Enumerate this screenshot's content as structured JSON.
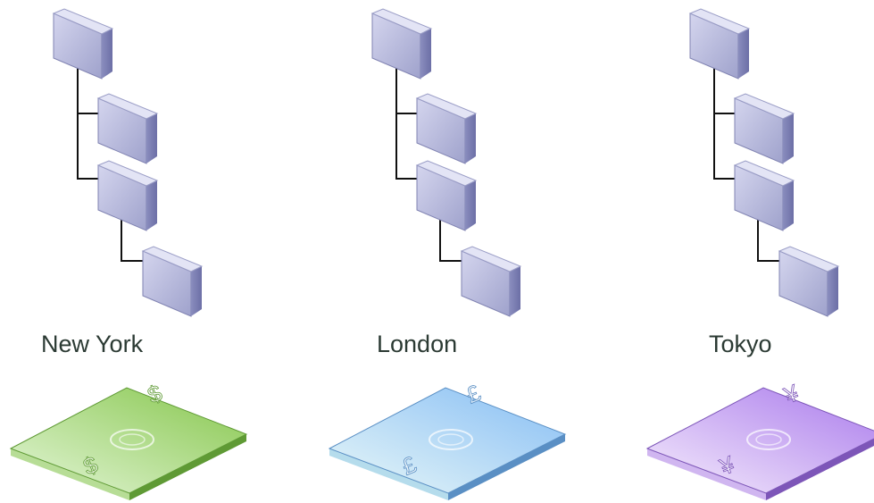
{
  "panels": [
    {
      "city": "New York",
      "currency_symbol": "$",
      "note_colors": {
        "light": "#e4f6d8",
        "dark": "#86c64c",
        "edge": "#5f9a35",
        "side": "#b7dd96"
      }
    },
    {
      "city": "London",
      "currency_symbol": "£",
      "note_colors": {
        "light": "#e9f8f8",
        "dark": "#86bdf4",
        "edge": "#5a8fc4",
        "side": "#b5dcec"
      }
    },
    {
      "city": "Tokyo",
      "currency_symbol": "¥",
      "note_colors": {
        "light": "#f6eefc",
        "dark": "#a979ec",
        "edge": "#7d56b8",
        "side": "#d0b6f0"
      }
    }
  ],
  "colors": {
    "server_front": "#b6b8d8",
    "server_top": "#d9daf0",
    "server_side": "#7f82b4",
    "connector": "#111111",
    "label_text": "#2b3a33"
  }
}
